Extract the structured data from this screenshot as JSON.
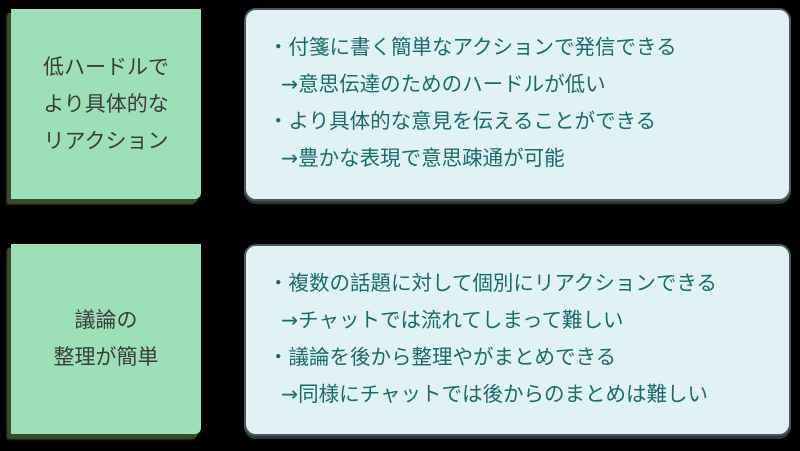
{
  "rows": [
    {
      "label_lines": [
        "低ハードルで",
        "より具体的な",
        "リアクション"
      ],
      "points": [
        {
          "bullet": "・付箋に書く簡単なアクションで発信できる",
          "result": "→意思伝達のためのハードルが低い"
        },
        {
          "bullet": "・より具体的な意見を伝えることができる",
          "result": "→豊かな表現で意思疎通が可能"
        }
      ]
    },
    {
      "label_lines": [
        "議論の",
        "整理が簡単"
      ],
      "points": [
        {
          "bullet": "・複数の話題に対して個別にリアクションできる",
          "result": "→チャットでは流れてしまって難しい"
        },
        {
          "bullet": "・議論を後から整理やがまとめできる",
          "result": "→同様にチャットでは後からのまとめは難しい"
        }
      ]
    }
  ],
  "colors": {
    "background": "#000000",
    "label_fill": "#9de0b8",
    "label_text": "#3c3c3c",
    "detail_fill": "#e1f2f4",
    "detail_border": "#4a5660",
    "detail_text": "#1a6b6b"
  }
}
